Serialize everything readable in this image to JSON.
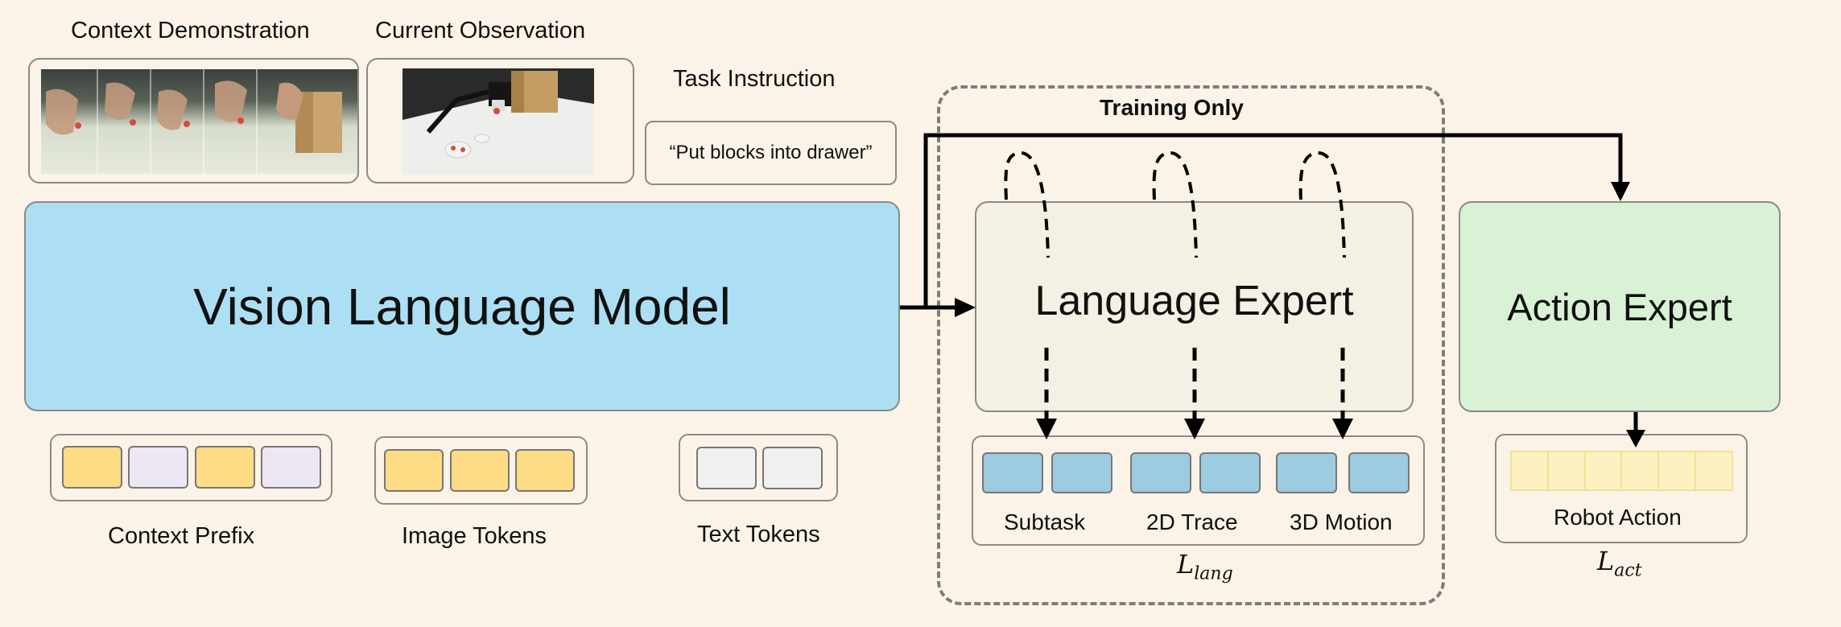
{
  "inputs": {
    "context_demo_label": "Context Demonstration",
    "current_obs_label": "Current Observation",
    "task_instruction_label": "Task Instruction",
    "instruction_text": "“Put blocks into drawer”"
  },
  "vlm": {
    "label": "Vision Language Model"
  },
  "training_only_label": "Training Only",
  "language_expert": {
    "label": "Language Expert"
  },
  "action_expert": {
    "label": "Action Expert"
  },
  "token_groups": {
    "context_prefix": "Context Prefix",
    "image_tokens": "Image Tokens",
    "text_tokens": "Text Tokens"
  },
  "language_outputs": {
    "subtask": "Subtask",
    "trace_2d": "2D Trace",
    "motion_3d": "3D Motion"
  },
  "loss_lang": {
    "symbol": "L",
    "subscript": "lang"
  },
  "robot_action_label": "Robot Action",
  "loss_act": {
    "symbol": "L",
    "subscript": "act"
  },
  "colors": {
    "background": "#fbf3e7",
    "vlm": "#acdff3",
    "language_expert": "#f5f0e4",
    "action_expert": "#d9f2d6",
    "token_yellow": "#fddc85",
    "token_lavender": "#ede6f3",
    "token_gray": "#f0f0ef",
    "token_blue": "#9dcbdf",
    "action_token": "#fdf1c2"
  }
}
